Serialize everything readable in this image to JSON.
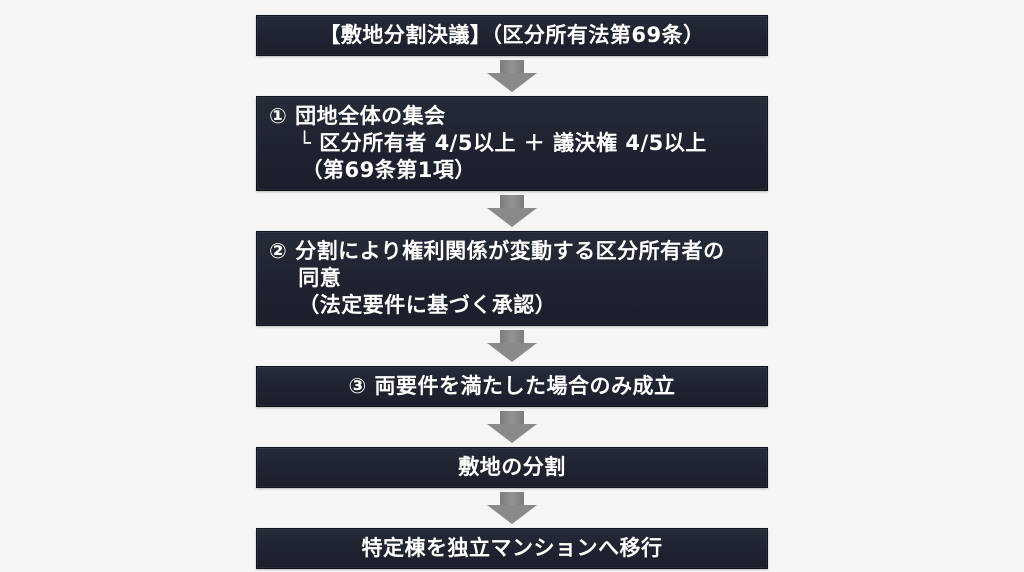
{
  "colors": {
    "page_background": "#f2f0ed",
    "box_background": "#1f2330",
    "box_text": "#ffffff",
    "arrow": "#8a8a8a"
  },
  "flow": {
    "boxes": [
      {
        "id": "title",
        "align": "center",
        "lines": [
          "【敷地分割決議】（区分所有法第69条）"
        ]
      },
      {
        "id": "step1",
        "align": "left",
        "lines": [
          "① 団地全体の集会",
          "　 └ 区分所有者 4/5以上 ＋ 議決権 4/5以上",
          "　　（第69条第1項）"
        ]
      },
      {
        "id": "step2",
        "align": "left",
        "lines": [
          "② 分割により権利関係が変動する区分所有者の",
          "　 同意",
          "　 （法定要件に基づく承認）"
        ]
      },
      {
        "id": "step3",
        "align": "center",
        "lines": [
          "③ 両要件を満たした場合のみ成立"
        ]
      },
      {
        "id": "step4",
        "align": "center",
        "lines": [
          "敷地の分割"
        ]
      },
      {
        "id": "step5",
        "align": "center",
        "lines": [
          "特定棟を独立マンションへ移行"
        ]
      }
    ]
  }
}
